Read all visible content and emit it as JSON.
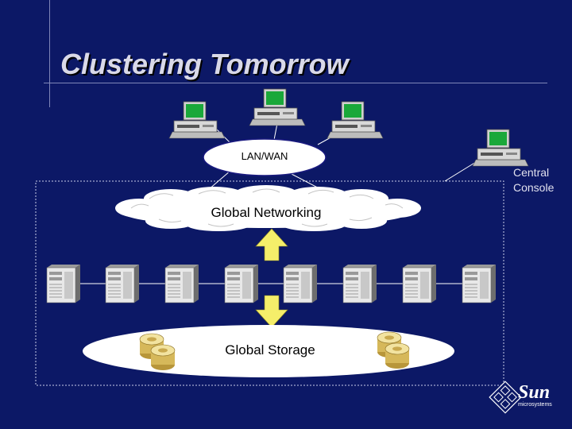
{
  "slide": {
    "title": "Clustering Tomorrow",
    "lan_label": "LAN/WAN",
    "global_networking_label": "Global Networking",
    "global_storage_label": "Global Storage",
    "central_console_line1": "Central",
    "central_console_line2": "Console"
  },
  "logo": {
    "brand": "Sun",
    "subtitle": "microsystems"
  },
  "colors": {
    "background": "#0c1866",
    "arrow": "#f5ee6a",
    "storage_disk": "#d6b85a"
  },
  "icons": [
    "computer-icon",
    "server-icon",
    "storage-disk-icon",
    "cloud-shape",
    "sun-logo"
  ]
}
